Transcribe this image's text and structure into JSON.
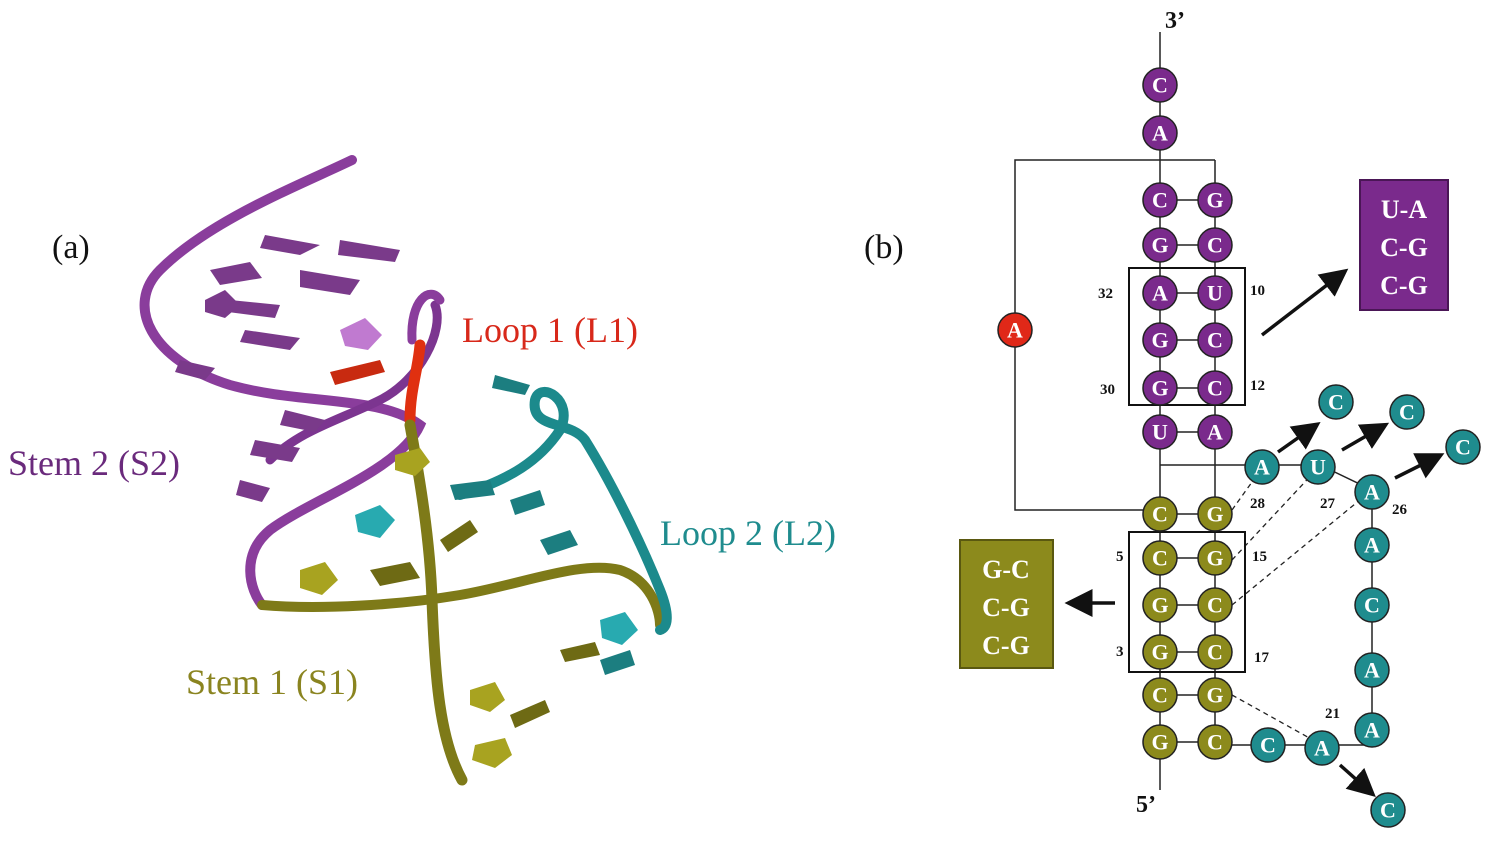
{
  "colors": {
    "purple": "#7a2a8c",
    "olive": "#8c8a1c",
    "teal": "#1f8c8e",
    "red": "#e02818"
  },
  "panel_a": {
    "label": "(a)",
    "regions": [
      {
        "name": "Loop 1 (L1)",
        "color": "#d8281a"
      },
      {
        "name": "Stem 2 (S2)",
        "color": "#6a2a7c"
      },
      {
        "name": "Loop 2 (L2)",
        "color": "#1f8c8e"
      },
      {
        "name": "Stem 1 (S1)",
        "color": "#8a8420"
      }
    ]
  },
  "panel_b": {
    "label": "(b)",
    "end_3": "3’",
    "end_5": "5’",
    "nucleotides": {
      "n3a": "C",
      "n3b": "A",
      "s2l1": "C",
      "s2r1": "G",
      "s2l2": "G",
      "s2r2": "C",
      "s2l3": "A",
      "s2r3": "U",
      "s2l4": "G",
      "s2r4": "C",
      "s2l5": "G",
      "s2r5": "C",
      "s2l6": "U",
      "s2r6": "A",
      "loop1": "A",
      "s1l1": "C",
      "s1r1": "G",
      "s1l2": "C",
      "s1r2": "G",
      "s1l3": "G",
      "s1r3": "C",
      "s1l4": "G",
      "s1r4": "C",
      "s1l5": "C",
      "s1r5": "G",
      "s1l6": "G",
      "s1r6": "C",
      "l2_28": "A",
      "l2_27": "U",
      "l2_26": "A",
      "l2_a1": "A",
      "l2_a2": "C",
      "l2_a3": "A",
      "l2_a4": "A",
      "l2_21": "A",
      "l2_c": "C",
      "sub_28": "C",
      "sub_27": "C",
      "sub_26": "C",
      "sub_21": "C"
    },
    "numbers": {
      "n32": "32",
      "n10": "10",
      "n30": "30",
      "n12": "12",
      "n28": "28",
      "n27": "27",
      "n26": "26",
      "n5": "5",
      "n15": "15",
      "n3": "3",
      "n17": "17",
      "n21": "21"
    },
    "box_stem2": [
      "U-A",
      "C-G",
      "C-G"
    ],
    "box_stem1": [
      "G-C",
      "C-G",
      "C-G"
    ]
  }
}
